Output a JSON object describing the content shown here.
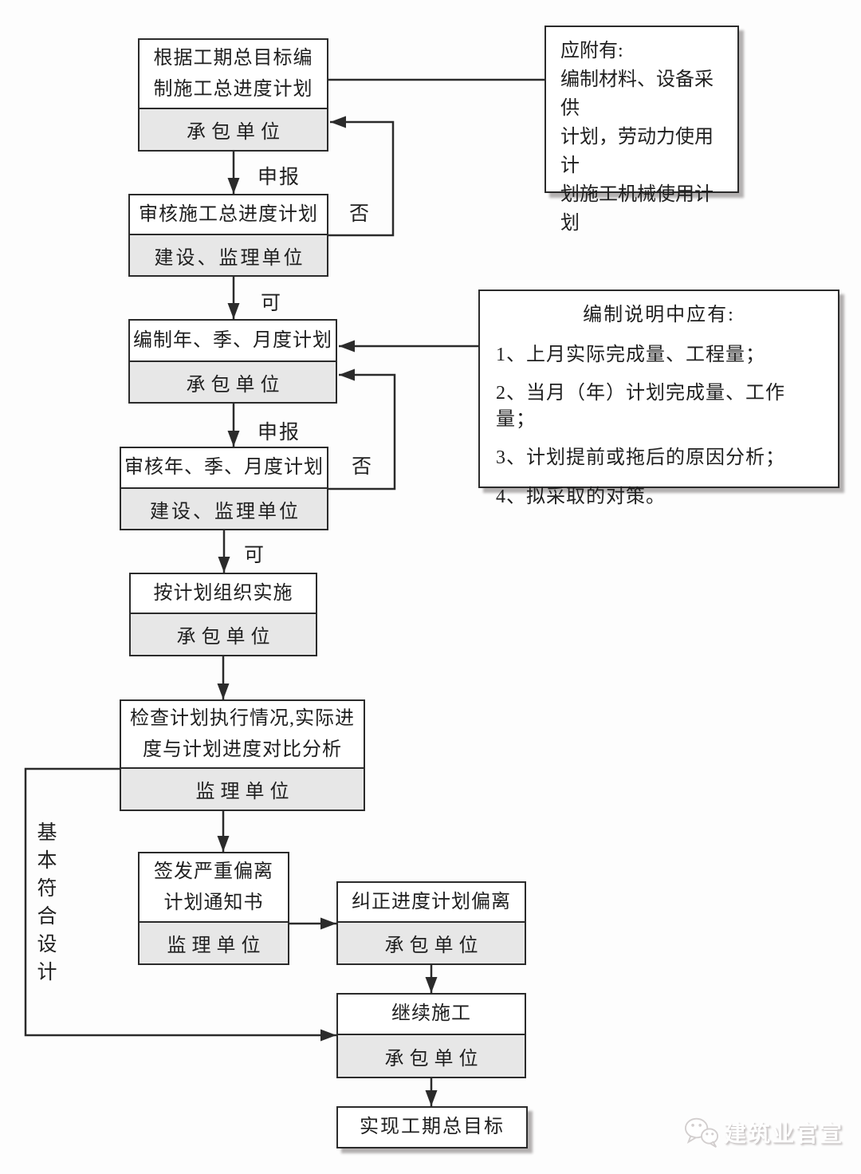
{
  "flow": {
    "boxes": {
      "b1": {
        "title": "根据工期总目标编\n制施工总进度计划",
        "agency": "承包单位"
      },
      "b2": {
        "title": "审核施工总进度计划",
        "agency": "建设、监理单位"
      },
      "b3": {
        "title": "编制年、季、月度计划",
        "agency": "承包单位"
      },
      "b4": {
        "title": "审核年、季、月度计划",
        "agency": "建设、监理单位"
      },
      "b5": {
        "title": "按计划组织实施",
        "agency": "承包单位"
      },
      "b6": {
        "title": "检查计划执行情况,实际进\n度与计划进度对比分析",
        "agency": "监理单位"
      },
      "b7": {
        "title": "签发严重偏离\n计划通知书",
        "agency": "监理单位"
      },
      "b8": {
        "title": "纠正进度计划偏离",
        "agency": "承包单位"
      },
      "b9": {
        "title": "继续施工",
        "agency": "承包单位"
      },
      "b10": {
        "title": "实现工期总目标"
      }
    },
    "notes": {
      "attach": "应附有:\n编制材料、设备采供\n计划，劳动力使用计\n划施工机械使用计\n划",
      "explain_title": "编制说明中应有:",
      "explain_items": [
        "1、上月实际完成量、工程量；",
        "2、当月（年）计划完成量、工作量；",
        "3、计划提前或拖后的原因分析；",
        "4、拟采取的对策。"
      ]
    },
    "edge_labels": {
      "apply1": "申报",
      "no1": "否",
      "yes1": "可",
      "apply2": "申报",
      "no2": "否",
      "yes2": "可",
      "basic_conform": "基本符合设计"
    }
  },
  "watermark": {
    "text": "建筑业官宣",
    "icon": "wechat-icon"
  },
  "colors": {
    "line": "#2b2b2b",
    "footer_bg": "#e7e7e7",
    "shadow": "#b3b0b0"
  }
}
